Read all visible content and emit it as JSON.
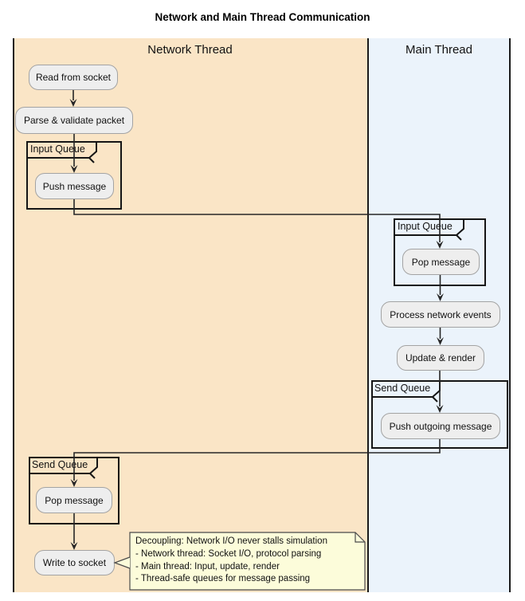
{
  "title": "Network and Main Thread Communication",
  "lanes": {
    "network": {
      "label": "Network Thread",
      "bg": "#FAE5C6"
    },
    "main": {
      "label": "Main Thread",
      "bg": "#EBF3FB"
    }
  },
  "nodes": {
    "read_socket": "Read from socket",
    "parse_validate": "Parse & validate packet",
    "push_message": "Push message",
    "pop_message_main": "Pop message",
    "process_events": "Process network events",
    "update_render": "Update & render",
    "push_outgoing": "Push outgoing message",
    "pop_message_net": "Pop message",
    "write_socket": "Write to socket"
  },
  "groups": {
    "input_queue_net": "Input Queue",
    "input_queue_main": "Input Queue",
    "send_queue_main": "Send Queue",
    "send_queue_net": "Send Queue"
  },
  "note": {
    "lines": [
      "Decoupling: Network I/O never stalls simulation",
      "- Network thread: Socket I/O, protocol parsing",
      "- Main thread: Input, update, render",
      "- Thread-safe queues for message passing"
    ]
  },
  "colors": {
    "lane_network_bg": "#FAE5C6",
    "lane_main_bg": "#EBF3FB",
    "node_fill": "#EEEEEE",
    "node_border": "#A3A3A3",
    "group_border": "#151515",
    "note_bg": "#FCFCDA",
    "note_border": "#4a4a4a",
    "connector": "#262626"
  }
}
